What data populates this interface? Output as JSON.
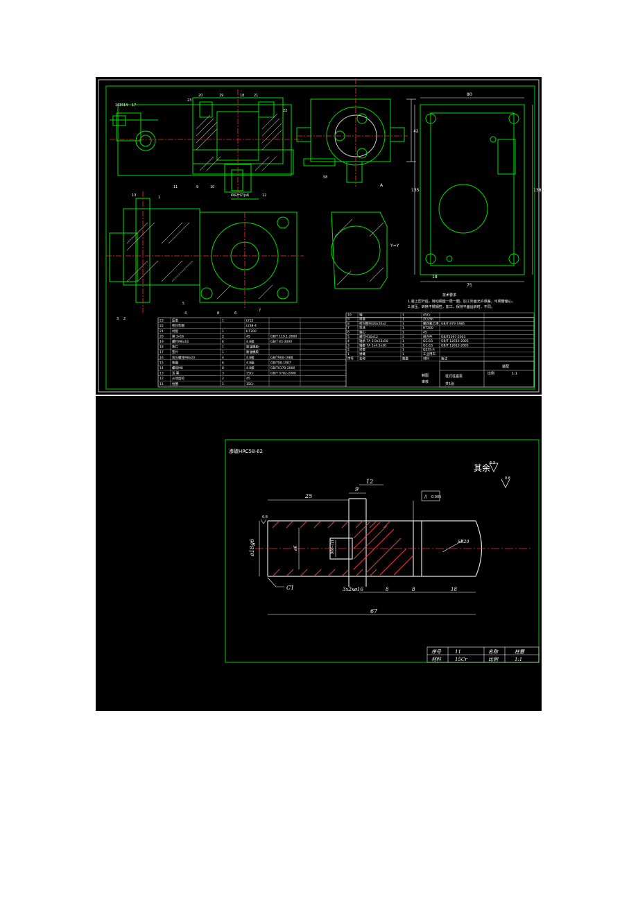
{
  "sheet1": {
    "tech_req": {
      "title": "技术要求",
      "line1": "1.装上压杆后，转动阀座一周一圈，加工外面允许误差，可阀瓣偏心。",
      "line2": "2.液压、转换不锈钢性，加工，保持平面运转时，不同。"
    },
    "dims": {
      "d_top": "80",
      "d_right": "138",
      "d_left": "135",
      "d_bottom": "75",
      "d_small": "18",
      "tail": "3",
      "right_side": "42",
      "mid_dim": "58",
      "bot_label": "Ø42H7/js6",
      "section_a": "A",
      "section_label": "Y=Y"
    },
    "leaders": [
      "16",
      "15",
      "14",
      "17",
      "20",
      "19",
      "18",
      "21",
      "23",
      "22",
      "11",
      "9",
      "10",
      "12",
      "13",
      "1",
      "2",
      "3",
      "4",
      "5",
      "6",
      "7",
      "8"
    ],
    "bom_left": {
      "headers": [
        "序号",
        "名称",
        "数量",
        "材料",
        "备注"
      ],
      "rows": [
        [
          "23",
          "压盖",
          "1",
          "LY12",
          "",
          ""
        ],
        [
          "22",
          "密封垫圈",
          "",
          "LY38-4",
          "",
          ""
        ],
        [
          "21",
          "衬套",
          "1",
          "HT200",
          "",
          ""
        ],
        [
          "20",
          "销 3x16",
          "2",
          "45",
          "GB/T 119.1-2000",
          ""
        ],
        [
          "19",
          "螺钉M6x16",
          "6",
          "4.8级",
          "GB/T 65-2000",
          ""
        ],
        [
          "18",
          "垫片",
          "1",
          "耐油橡胶",
          "",
          ""
        ],
        [
          "17",
          "垫片",
          "1",
          "耐油橡胶",
          "",
          ""
        ],
        [
          "16",
          "双头螺柱M8x20",
          "4",
          "4.8级",
          "GB/T900-1988",
          ""
        ],
        [
          "15",
          "垫圈",
          "6",
          "4.8级",
          "GB/T98-1987",
          ""
        ],
        [
          "14",
          "螺母M8",
          "8",
          "4.8级",
          "GB/T6170-2000",
          ""
        ],
        [
          "13",
          "活 塞",
          "3",
          "15Cr",
          "GB/T 5782-2000",
          ""
        ],
        [
          "12",
          "从动齿轮",
          "2",
          "45",
          "",
          ""
        ],
        [
          "11",
          "柱塞",
          "1",
          "15Cr",
          "",
          ""
        ]
      ]
    },
    "bom_right": {
      "rows": [
        [
          "10",
          "轴",
          "1",
          "45Cr",
          ""
        ],
        [
          "9",
          "衬套",
          "1",
          "ZCuSn",
          "",
          ""
        ],
        [
          "8",
          "密封圈FB28x50x2",
          "1",
          "聚四氟乙烯",
          "GB/T 879-1986"
        ],
        [
          "7",
          "泵体",
          "1",
          "HT200",
          ""
        ],
        [
          "6",
          "偏心",
          "1",
          "45",
          ""
        ],
        [
          "5",
          "螺钉M10x12",
          "2",
          "组合件",
          "GB/T1097-2003"
        ],
        [
          "4",
          "轴承 7A 3.0x13x50",
          "1",
          "GCr15",
          "GB/T 12613-2005"
        ],
        [
          "3",
          "轴套 7A 1x4.5x30",
          "1",
          "GCr15",
          "GB/T 12613-2005"
        ],
        [
          "2",
          "衬套",
          "1",
          "Q235-A",
          ""
        ],
        [
          "1",
          "弹簧",
          "1",
          "工业用布",
          ""
        ]
      ],
      "footer": [
        "序号",
        "名称",
        "数量",
        "材料",
        "备注"
      ]
    },
    "title_block": {
      "name": "柱式柱塞泵",
      "scale_label": "比例",
      "scale": "1:1",
      "drawn": "制图",
      "checked": "审核",
      "tag": "装配",
      "sheet": "共1张"
    }
  },
  "sheet2": {
    "note": "渗碳HRC58-62",
    "rest": "其余",
    "rough_rest": "6.3",
    "rough_main": "0.8",
    "rough_left": "0.8",
    "dims": {
      "len25": "25",
      "len12": "12",
      "len9": "9",
      "diam": "ø18g6",
      "inner": "ø6",
      "inner2": "M6-7H",
      "sr": "SR20",
      "chamfer": "C1",
      "groove": "3x2xø16",
      "d8a": "8",
      "d8b": "8",
      "d18": "18",
      "total": "67"
    },
    "tolerance": {
      "symbol": "//",
      "value": "0.005"
    },
    "title_block": {
      "r1c1": "序号",
      "r1c2": "11",
      "r1c3": "名称",
      "r1c4": "柱塞",
      "r2c1": "材料",
      "r2c2": "15Cr",
      "r2c3": "比例",
      "r2c4": "1:1"
    }
  }
}
